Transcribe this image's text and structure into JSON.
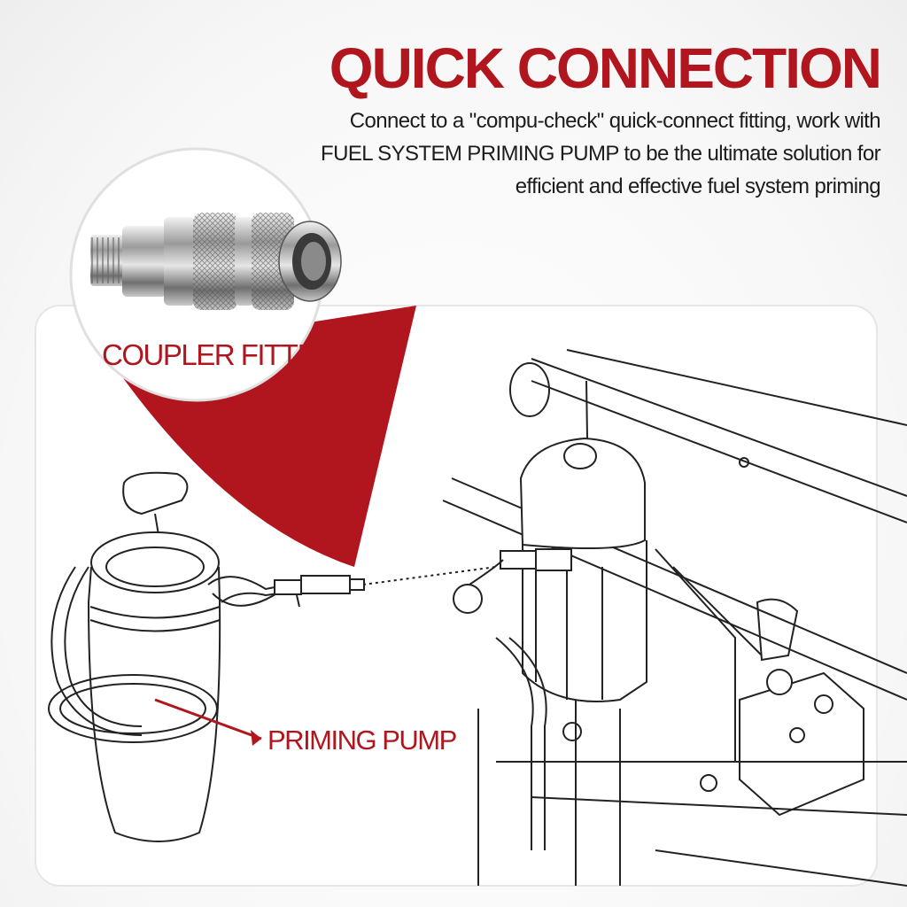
{
  "header": {
    "title": "QUICK CONNECTION",
    "subtitle_lines": [
      "Connect to a \"compu-check\" quick-connect fitting, work with",
      "FUEL SYSTEM PRIMING PUMP to be the ultimate solution for",
      "efficient and effective fuel system priming"
    ]
  },
  "callouts": {
    "coupler_label": "COUPLER FITTING",
    "pump_label": "PRIMING PUMP"
  },
  "colors": {
    "accent": "#b1151d",
    "text": "#1c1c1c",
    "line_art": "#222222"
  }
}
